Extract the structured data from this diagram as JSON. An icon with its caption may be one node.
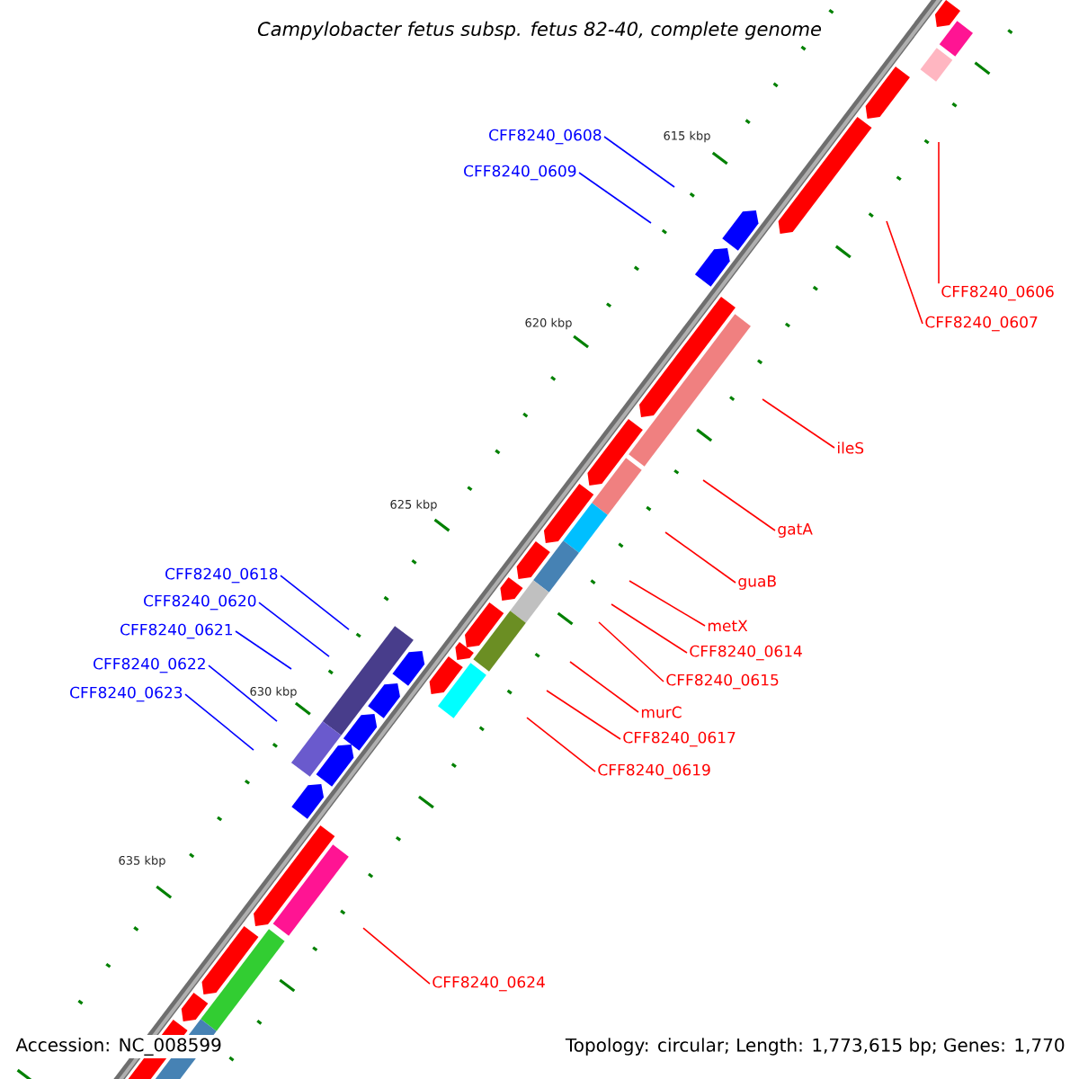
{
  "diagram": {
    "title": "Campylobacter fetus subsp. fetus 82-40, complete genome",
    "nodes": [
      {
        "text": [
          "CFF8240_0608"
        ]
      },
      {
        "text": [
          "CFF8240_0609"
        ]
      },
      {
        "text": [
          "CFF8240_0606"
        ]
      },
      {
        "text": [
          "CFF8240_0607"
        ]
      },
      {
        "text": [
          "ileS"
        ]
      },
      {
        "text": [
          "gatA"
        ]
      },
      {
        "text": [
          "CFF8240_0618"
        ]
      },
      {
        "text": [
          "guaB"
        ]
      },
      {
        "text": [
          "CFF8240_0620"
        ]
      },
      {
        "text": [
          "CFF8240_0621"
        ]
      },
      {
        "text": [
          "metX"
        ]
      },
      {
        "text": [
          "CFF8240_0614"
        ]
      },
      {
        "text": [
          "CFF8240_0622"
        ]
      },
      {
        "text": [
          "CFF8240_0615"
        ]
      },
      {
        "text": [
          "CFF8240_0623"
        ]
      },
      {
        "text": [
          "murC"
        ]
      },
      {
        "text": [
          "CFF8240_0617"
        ]
      },
      {
        "text": [
          "CFF8240_0619"
        ]
      },
      {
        "text": [
          "CFF8240_0624"
        ]
      }
    ],
    "edges": [
      {
        "from": 0,
        "to": null,
        "arrow": "none",
        "color": "#0000ff"
      },
      {
        "from": 1,
        "to": null,
        "arrow": "none",
        "color": "#0000ff"
      },
      {
        "from": 2,
        "to": null,
        "arrow": "none"
      },
      {
        "from": 3,
        "to": null,
        "arrow": "none"
      },
      {
        "from": 4,
        "to": null,
        "arrow": "none"
      },
      {
        "from": 5,
        "to": null,
        "arrow": "none"
      },
      {
        "from": 6,
        "to": null,
        "arrow": "none",
        "color": "#0000ff"
      },
      {
        "from": 7,
        "to": null,
        "arrow": "none"
      },
      {
        "from": 8,
        "to": null,
        "arrow": "none",
        "color": "#0000ff"
      },
      {
        "from": 9,
        "to": null,
        "arrow": "none",
        "color": "#0000ff"
      },
      {
        "from": 10,
        "to": null,
        "arrow": "none"
      },
      {
        "from": 11,
        "to": null,
        "arrow": "none"
      },
      {
        "from": 12,
        "to": null,
        "arrow": "none",
        "color": "#0000ff"
      },
      {
        "from": 13,
        "to": null,
        "arrow": "none"
      },
      {
        "from": 14,
        "to": null,
        "arrow": "none",
        "color": "#0000ff"
      },
      {
        "from": 15,
        "to": null,
        "arrow": "none"
      },
      {
        "from": 16,
        "to": null,
        "arrow": "none"
      },
      {
        "from": 17,
        "to": null,
        "arrow": "none"
      },
      {
        "from": 18,
        "to": null,
        "arrow": "none"
      }
    ],
    "labels": [
      "615 kbp",
      "620 kbp",
      "625 kbp",
      "630 kbp",
      "635 kbp",
      "Accession: NC_008599",
      "Topology: circular; Length: 1,773,615 bp; Genes: 1,770"
    ]
  }
}
